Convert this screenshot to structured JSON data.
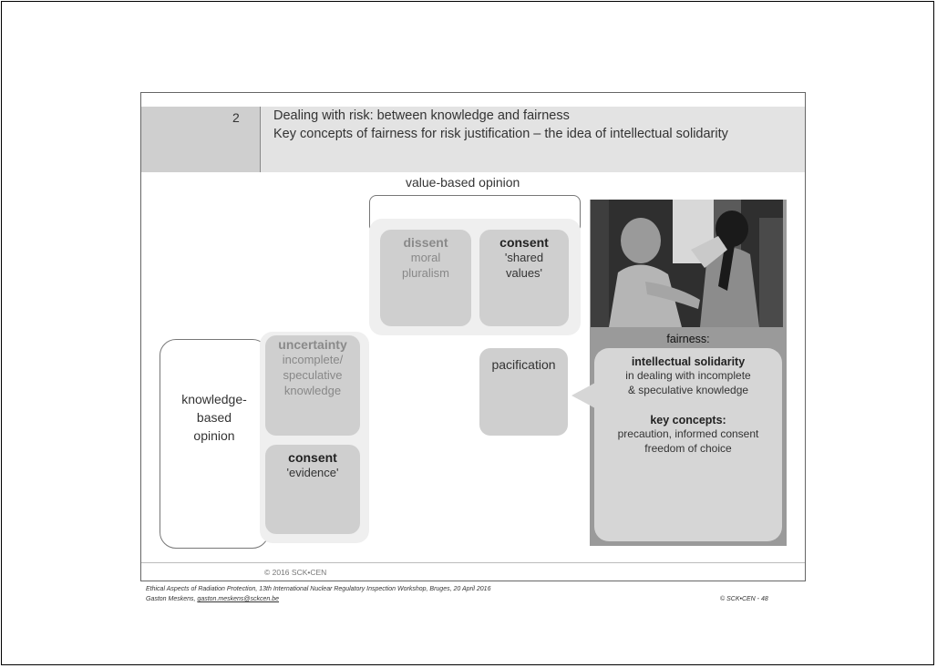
{
  "slide": {
    "number": "2",
    "title": "Dealing with risk: between knowledge and fairness",
    "subtitle": "Key concepts of fairness for risk justification – the idea of intellectual solidarity",
    "copyright": "© 2016 SCK•CEN"
  },
  "value_based": {
    "label": "value-based opinion",
    "dissent_title": "dissent",
    "dissent_line1": "moral",
    "dissent_line2": "pluralism",
    "consent_title": "consent",
    "consent_line1": "'shared",
    "consent_line2": "values'"
  },
  "knowledge_based": {
    "label_line1": "knowledge-",
    "label_line2": "based",
    "label_line3": "opinion",
    "uncertainty_title": "uncertainty",
    "uncertainty_line1": "incomplete/",
    "uncertainty_line2": "speculative",
    "uncertainty_line3": "knowledge",
    "consent_title": "consent",
    "consent_line1": "'evidence'"
  },
  "pacification": "pacification",
  "fairness": {
    "label": "fairness:",
    "title": "intellectual solidarity",
    "line1": "in dealing with incomplete",
    "line2": "& speculative knowledge",
    "key_title": "key concepts:",
    "key_line1": "precaution, informed consent",
    "key_line2": "freedom of choice"
  },
  "document_footer": {
    "line1": "Ethical Aspects of Radiation Protection, 13th International Nuclear Regulatory Inspection Workshop, Bruges, 20 April 2016",
    "line2_prefix": "Gaston Meskens, ",
    "email": "gaston.meskens@sckcen.be",
    "right": "© SCK•CEN - 48"
  }
}
